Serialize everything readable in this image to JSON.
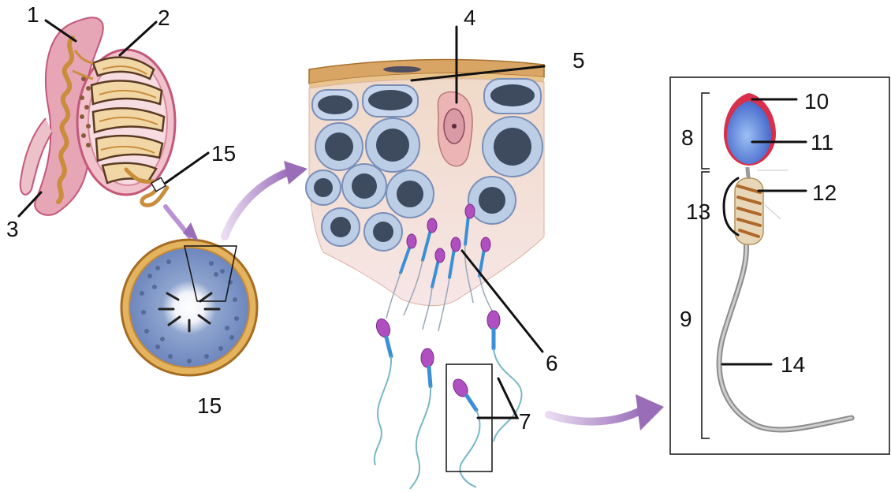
{
  "labels": {
    "l1": "1",
    "l2": "2",
    "l3": "3",
    "l4": "4",
    "l5": "5",
    "l6": "6",
    "l7": "7",
    "l8": "8",
    "l9": "9",
    "l10": "10",
    "l11": "11",
    "l12": "12",
    "l13": "13",
    "l14": "14",
    "l15a": "15",
    "l15b": "15"
  },
  "colors": {
    "epididymis": "#e9a9b8",
    "testis_capsule": "#f3c8d0",
    "tubule": "#d8a25c",
    "tubule_fill": "#f1d7a6",
    "cell_blue": "#b9cde6",
    "nucleus_dark": "#3a4658",
    "sertoli": "#f2c6c9",
    "sperm_head": "#b04fc0",
    "sperm_midpiece": "#3a8fd6",
    "arrow_purple": "#9a6db8",
    "acrosome": "#d8304a",
    "nucleus_blue": "#5a7fd6",
    "tail_gray": "#9a9a9a"
  }
}
